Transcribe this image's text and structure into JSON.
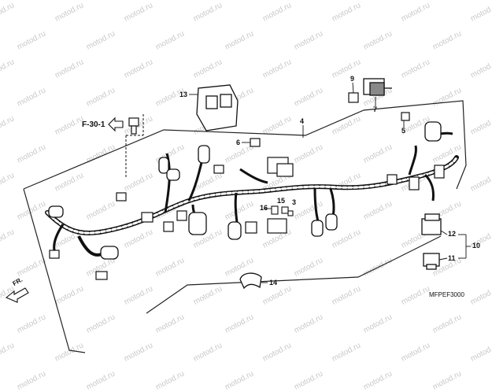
{
  "watermark": "motod.ru",
  "diagram_code": "MFPEF3000",
  "front_label": "FR.",
  "ref_label": "F-30-1",
  "callouts": {
    "c3": "3",
    "c4": "4",
    "c5": "5",
    "c6": "6",
    "c7": "7",
    "c9": "9",
    "c10": "10",
    "c11": "11",
    "c12": "12",
    "c13": "13",
    "c14": "14",
    "c15": "15",
    "c16": "16"
  }
}
